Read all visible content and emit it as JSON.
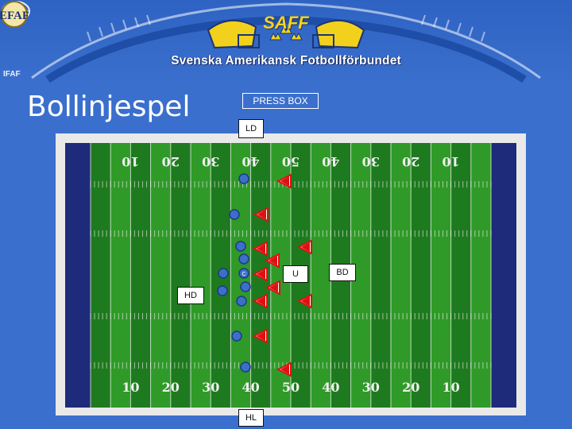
{
  "header": {
    "brand": "SAFF",
    "federation": "Svenska Amerikansk Fotbollförbundet",
    "left_logo_text": "IFAF",
    "right_logo_text": "EFAF"
  },
  "slide": {
    "title": "Bollinjespel"
  },
  "labels": {
    "press_box": "PRESS BOX",
    "ld": "LD",
    "hd": "HD",
    "u": "U",
    "bd": "BD",
    "hl": "HL"
  },
  "field": {
    "yard_numbers_top": [
      "10",
      "20",
      "30",
      "40",
      "50",
      "40",
      "30",
      "20",
      "10"
    ],
    "yard_numbers_bottom": [
      "10",
      "20",
      "30",
      "40",
      "50",
      "40",
      "30",
      "20",
      "10"
    ],
    "offense_center_label": "C",
    "colors": {
      "turf_dark": "#1e7a1e",
      "turf_light": "#2f9a28",
      "endzone": "#1e2b7a",
      "offense": "#3d6fc7",
      "defense": "#e01010"
    }
  }
}
